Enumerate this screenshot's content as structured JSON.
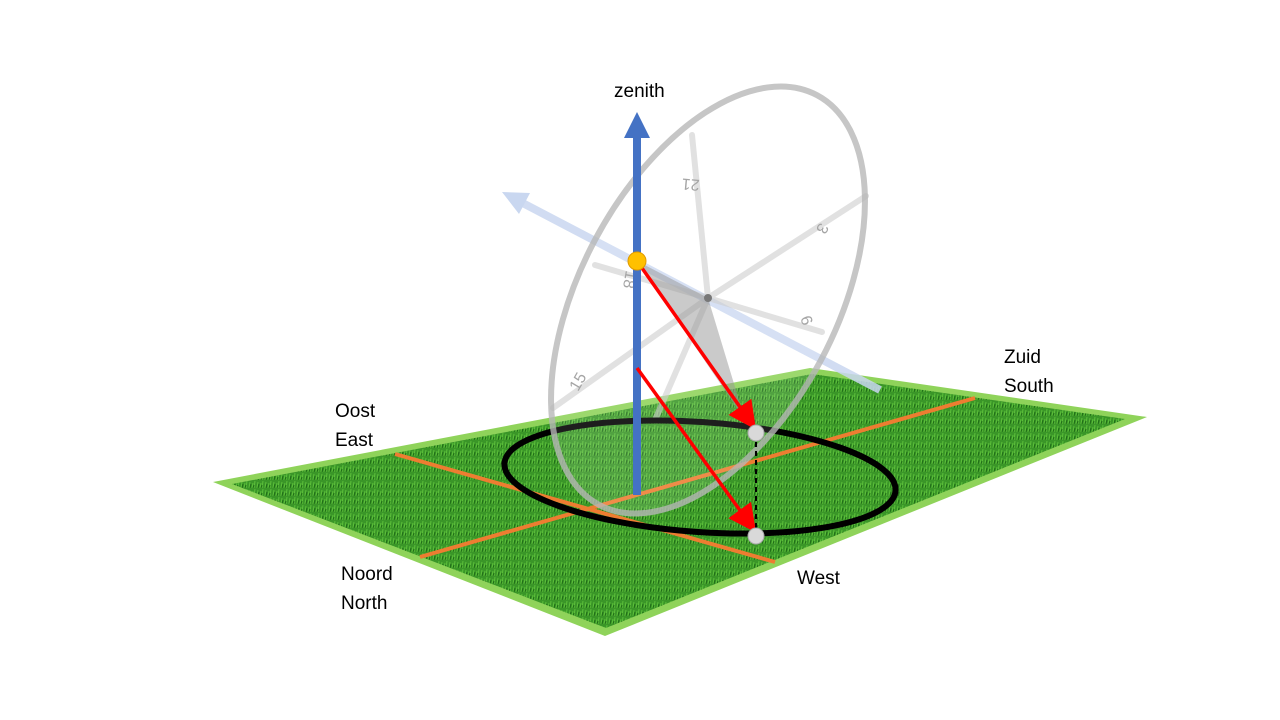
{
  "labels": {
    "zenith": "zenith",
    "east_nl": "Oost",
    "east_en": "East",
    "south_nl": "Zuid",
    "south_en": "South",
    "north_nl": "Noord",
    "north_en": "North",
    "west": "West"
  },
  "dial_hours": [
    "21",
    "3",
    "18",
    "6",
    "15"
  ],
  "colors": {
    "zenith_axis": "#4472c4",
    "polar_axis": "#c9d7f0",
    "sun": "#ffc000",
    "shadow_ray": "#ff0000",
    "grass": "#3f9a2a",
    "grass_edge": "#8fd35a",
    "meridian": "#ed7d31",
    "dial_ring": "#b8b8b8",
    "horizon_circle": "#000000"
  }
}
